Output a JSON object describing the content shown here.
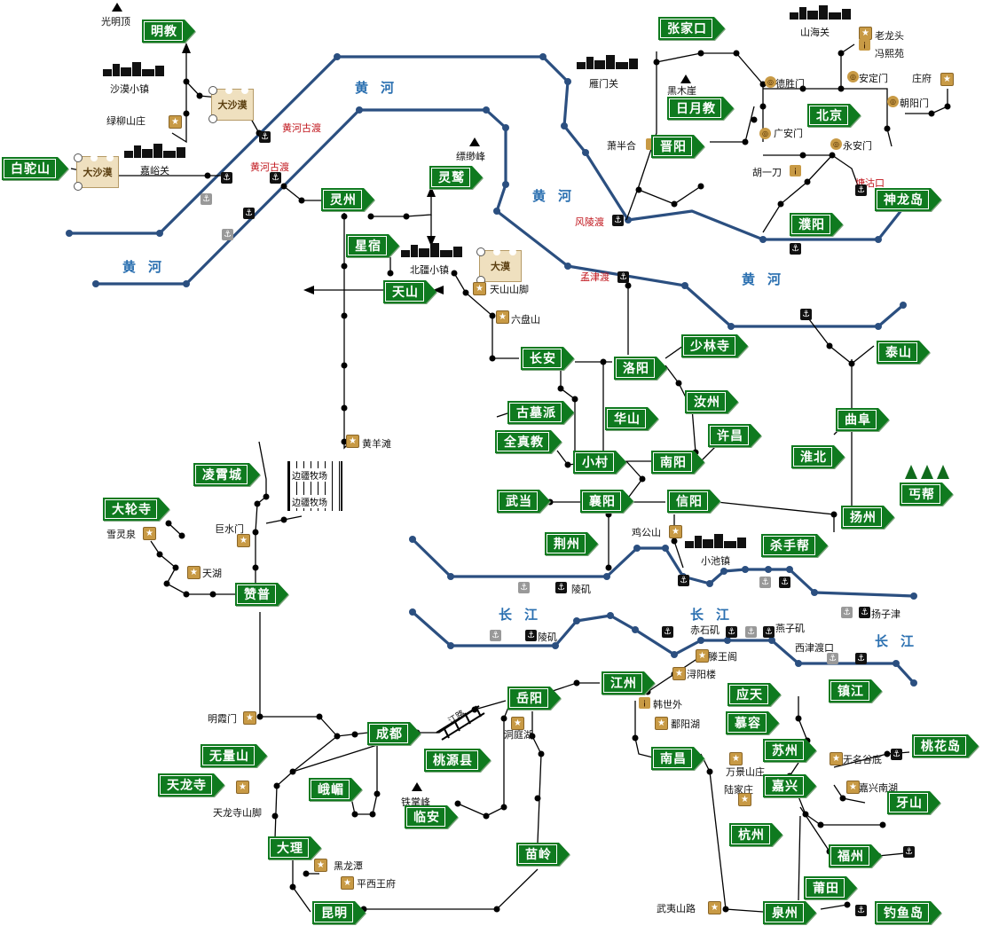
{
  "map": {
    "cities": {
      "mingjiao": "明教",
      "tuotuoshan": "白驼山",
      "zhangjiakou": "张家口",
      "riyuejiao": "日月教",
      "jinyang": "晋阳",
      "beijing": "北京",
      "shenlongdao": "神龙岛",
      "puyang": "濮阳",
      "lingjiu": "灵鹫",
      "lingzhou": "灵州",
      "xingxiu": "星宿",
      "tianshan": "天山",
      "changan": "长安",
      "luoyang": "洛阳",
      "shaolinsi": "少林寺",
      "taishan": "泰山",
      "gumupai": "古墓派",
      "huashan": "华山",
      "ruzhou": "汝州",
      "qufu": "曲阜",
      "quanzhenjiao": "全真教",
      "xuchang": "许昌",
      "huaibei": "淮北",
      "xiaocun": "小村",
      "nanyang": "南阳",
      "lingxiaocheng": "凌霄城",
      "wudang": "武当",
      "xiangyang": "襄阳",
      "xinyang": "信阳",
      "gaibang": "丐帮",
      "dalunsi": "大轮寺",
      "yangzhou": "扬州",
      "jingzhou": "荆州",
      "shashoubang": "杀手帮",
      "zanpu": "赞普",
      "yueyang": "岳阳",
      "jiangzhou": "江州",
      "yingtian": "应天",
      "zhenjiang": "镇江",
      "murongjia": "慕容",
      "chengdu": "成都",
      "taoyuanxian": "桃源县",
      "wuliangshan": "无量山",
      "suzhou": "苏州",
      "taohuadao": "桃花岛",
      "nanchang": "南昌",
      "tianlongsi": "天龙寺",
      "emei": "峨嵋",
      "jiaxing": "嘉兴",
      "yashan": "牙山",
      "linan": "临安",
      "hangzhou": "杭州",
      "dali": "大理",
      "miaoling": "苗岭",
      "fuzhou": "福州",
      "putian": "莆田",
      "kunming": "昆明",
      "quanzhou": "泉州",
      "diaoyudao": "钓鱼岛"
    },
    "labels": {
      "guangmingding": "光明顶",
      "shamoxiaozhen": "沙漠小镇",
      "lvliushanzhuang": "绿柳山庄",
      "dashamo": "大沙漠",
      "dashamo2": "大沙漠",
      "jiayuguan": "嘉峪关",
      "yanmenguan": "雁门关",
      "heimuya": "黑木崖",
      "shanhaiguan": "山海关",
      "laolongtou": "老龙头",
      "fengxiyuan": "冯熙苑",
      "andingmen": "安定门",
      "zhuangfu": "庄府",
      "deshengmen": "德胜门",
      "chaoyangmen": "朝阳门",
      "guanganmen": "广安门",
      "yonganmen": "永安门",
      "xiaobanzhai": "萧半合",
      "huyidao": "胡一刀",
      "piaomiaofeng": "缥缈峰",
      "beijiangxiaozhen": "北疆小镇",
      "damo": "大漠",
      "tianshanshanjiao": "天山山脚",
      "liupanshan": "六盘山",
      "huangyangtan": "黄羊滩",
      "bianjiangmuchang1": "边疆牧场",
      "bianjiangmuchang2": "边疆牧场",
      "xuelingquan": "雪灵泉",
      "jushuimen": "巨水门",
      "tianhu": "天湖",
      "jigongshan": "鸡公山",
      "xiaochizhen": "小池镇",
      "yangzijin": "扬子津",
      "lingji": "陵矶",
      "lingji2": "陵矶",
      "chishiji": "赤石矶",
      "yanziji": "燕子矶",
      "xijindukou": "西津渡口",
      "tengwangge": "滕王阁",
      "xunyanglou": "浔阳楼",
      "hanshiwai": "韩世外",
      "poyanghu": "鄱阳湖",
      "dongtinghu": "洞庭湖",
      "mingxiamen": "明霞门",
      "wanjingshanzhuang": "万景山庄",
      "lujiazhuang": "陆家庄",
      "wuminggufen": "无名谷底",
      "jiaxingnanhu": "嘉兴南湖",
      "tiezhangfeng": "铁掌峰",
      "tianlongsishanjiao": "天龙寺山脚",
      "heilongtan": "黑龙潭",
      "pingxiwangfu": "平西王府",
      "wuyishanlu": "武夷山路",
      "jianglu": "江路"
    },
    "ferries": {
      "huanghegudu1": "黄河古渡",
      "huanghegudu2": "黄河古渡",
      "fenglingdu": "风陵渡",
      "mengjindu": "孟津渡",
      "tangukou": "塘沽口"
    },
    "rivers": {
      "huanghe1": "黄河",
      "huanghe2": "黄河",
      "huanghe3": "黄河",
      "huanghe4": "黄河",
      "changjiang1": "长江",
      "changjiang2": "长江",
      "changjiang3": "长江"
    },
    "colors": {
      "river": "#2b4f80",
      "sign": "#0f7a1f",
      "ferry_text": "#c0141b",
      "river_text": "#2a6fb0"
    },
    "icons": [
      "star-icon",
      "anchor-icon",
      "gate-icon",
      "torch-icon",
      "mountain-peak-icon",
      "city-skyline-icon",
      "pine-tree-icon"
    ]
  }
}
